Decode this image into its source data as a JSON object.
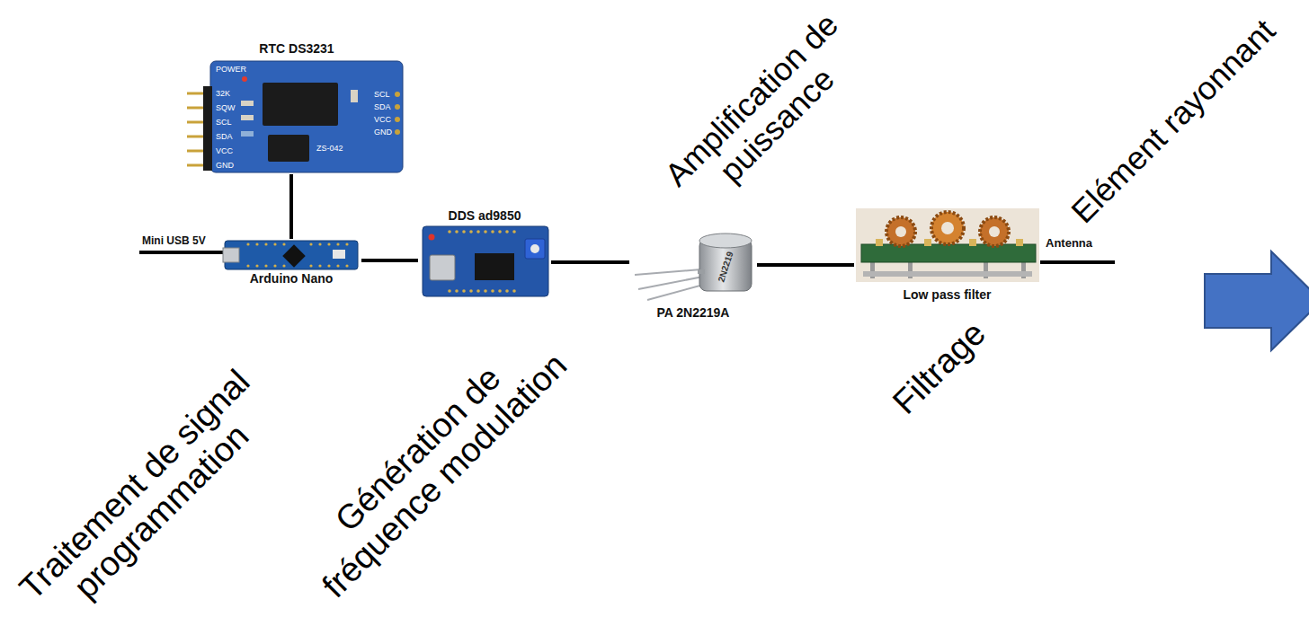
{
  "diagram": {
    "nodes": [
      {
        "text": [
          "RTC DS3231"
        ]
      },
      {
        "text": [
          "Arduino Nano"
        ]
      },
      {
        "text": [
          "DDS ad9850"
        ]
      },
      {
        "text": [
          "PA 2N2219A"
        ]
      },
      {
        "text": [
          "Low pass filter"
        ]
      }
    ],
    "edges": [
      {
        "from": 0,
        "to": 1,
        "arrow": "none"
      },
      {
        "from": 1,
        "to": 2,
        "arrow": "none"
      },
      {
        "from": 2,
        "to": 3,
        "arrow": "none"
      },
      {
        "from": 3,
        "to": 4,
        "arrow": "none"
      }
    ],
    "labels": [
      "Mini USB 5V",
      "Antenna",
      "Traitement de signal programmation",
      "Génération de fréquence modulation",
      "Amplification de puissance",
      "Filtrage",
      "Elément rayonnant",
      "32K",
      "SQW",
      "SCL",
      "SDA",
      "VCC",
      "GND",
      "POWER",
      "SCL",
      "SDA",
      "VCC",
      "GND",
      "ZS-042",
      "2N2219"
    ]
  }
}
